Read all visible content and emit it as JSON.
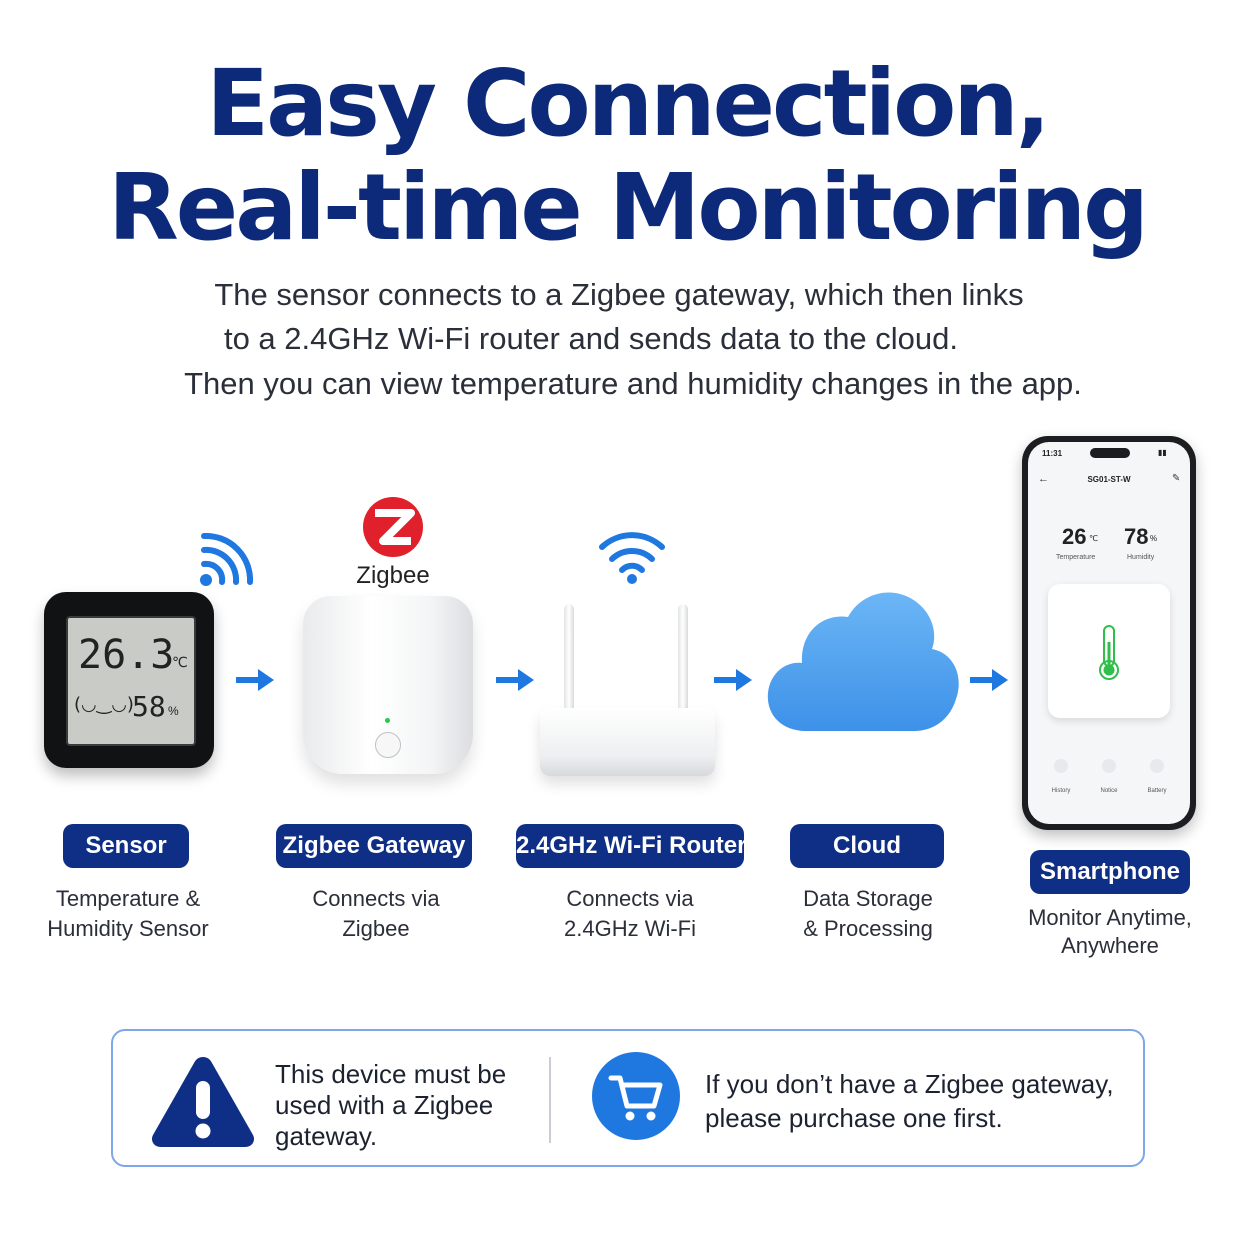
{
  "header": {
    "title_line1": "Easy Connection,",
    "title_line2": "Real-time Monitoring",
    "subtitle_lines": [
      "The sensor connects to a Zigbee gateway, which then links",
      "to a 2.4GHz Wi-Fi router and sends data to the cloud.",
      "Then you can view temperature and humidity changes in the app."
    ]
  },
  "sensor_display": {
    "temperature": "26.3",
    "temp_unit": "℃",
    "face": "(◡‿◡)",
    "humidity": "58",
    "humidity_unit": "%"
  },
  "zigbee_logo_text": "Zigbee",
  "steps": [
    {
      "label": "Sensor",
      "desc_lines": [
        "Temperature &",
        "Humidity Sensor"
      ]
    },
    {
      "label": "Zigbee Gateway",
      "desc_lines": [
        "Connects via",
        "Zigbee"
      ]
    },
    {
      "label": "2.4GHz Wi-Fi Router",
      "desc_lines": [
        "Connects via",
        "2.4GHz Wi-Fi"
      ]
    },
    {
      "label": "Cloud",
      "desc_lines": [
        "Data Storage",
        "& Processing"
      ]
    },
    {
      "label": "Smartphone",
      "desc_lines": [
        "Monitor Anytime,",
        "Anywhere"
      ]
    }
  ],
  "phone": {
    "time": "11:31",
    "device_name": "SG01-ST-W",
    "temperature": "26",
    "temp_unit": "℃",
    "temp_label": "Temperature",
    "humidity": "78",
    "humidity_unit": "%",
    "humidity_label": "Humidity",
    "nav": [
      "History",
      "Notice",
      "Battery"
    ]
  },
  "notes": {
    "warning_lines": [
      "This device must be",
      "used with a Zigbee",
      "gateway."
    ],
    "purchase_lines": [
      "If you don’t have a Zigbee gateway,",
      "please purchase one first."
    ]
  },
  "colors": {
    "title": "#0d2a7a",
    "pill": "#0f2f86",
    "accent": "#1e78e0",
    "cloud": "#4a9ef0",
    "zigbee_red": "#e0202a"
  }
}
